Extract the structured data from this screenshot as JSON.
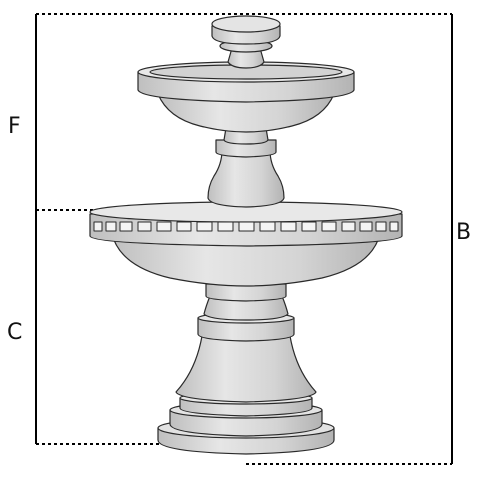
{
  "labels": {
    "f": "F",
    "c": "C",
    "b": "B"
  },
  "colors": {
    "stone": "#d9d9d9",
    "stone_shade": "#bdbdbd",
    "stone_light": "#ececec",
    "outline": "#2a2a2a",
    "dimension_line": "#000000"
  },
  "icons": {
    "subject": "garden-fountain-icon"
  }
}
